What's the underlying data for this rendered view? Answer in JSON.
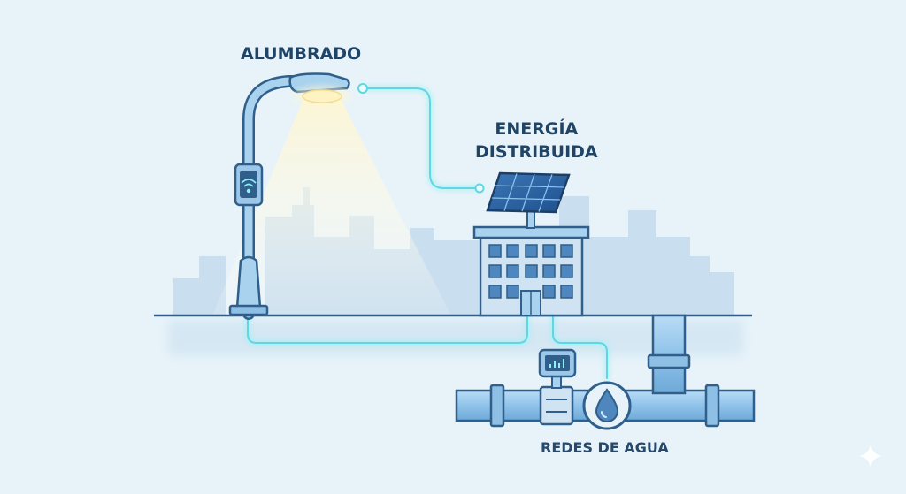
{
  "labels": {
    "lighting": "ALUMBRADO",
    "energy_line1": "ENERGÍA",
    "energy_line2": "DISTRIBUIDA",
    "water": "REDES DE AGUA"
  },
  "icons": {
    "streetlight": "streetlight-icon",
    "wifi_sensor": "wifi-sensor-icon",
    "solar_panel": "solar-panel-icon",
    "building": "building-icon",
    "water_meter": "water-meter-icon",
    "water_drop": "water-drop-icon",
    "sparkle": "sparkle-icon"
  },
  "colors": {
    "background": "#e8f3f9",
    "outline": "#2f5f8a",
    "fill_light": "#cfe3f3",
    "fill_mid": "#9cc7e8",
    "glow": "#7fe3ec",
    "skyline": "#c9deee",
    "text": "#1f4466"
  }
}
